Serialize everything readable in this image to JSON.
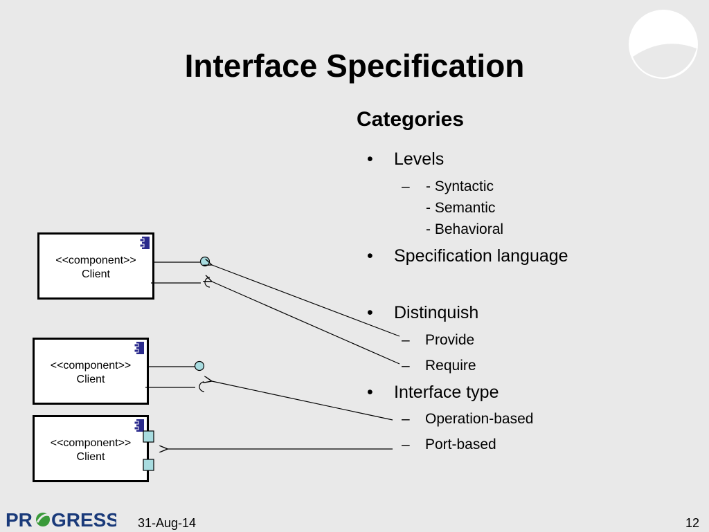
{
  "slide": {
    "title": "Interface Specification",
    "subtitle": "Categories",
    "date": "31-Aug-14",
    "page_number": "12",
    "brand": "PROGRESS"
  },
  "bullets": [
    {
      "level": 1,
      "marker": "•",
      "text": "Levels"
    },
    {
      "level": 2,
      "marker": "–",
      "text": "- Syntactic"
    },
    {
      "level": 2,
      "marker": "",
      "text": "- Semantic"
    },
    {
      "level": 2,
      "marker": "",
      "text": "- Behavioral"
    },
    {
      "level": 1,
      "marker": "•",
      "text": "Specification language"
    },
    {
      "level": 1,
      "marker": "•",
      "text": "Distinquish"
    },
    {
      "level": 2,
      "marker": "–",
      "text": "Provide"
    },
    {
      "level": 2,
      "marker": "–",
      "text": "Require"
    },
    {
      "level": 1,
      "marker": "•",
      "text": "Interface type"
    },
    {
      "level": 2,
      "marker": "–",
      "text": "Operation-based"
    },
    {
      "level": 2,
      "marker": "–",
      "text": "Port-based"
    }
  ],
  "components": [
    {
      "stereotype": "<<component>>",
      "name": "Client"
    },
    {
      "stereotype": "<<component>>",
      "name": "Client"
    },
    {
      "stereotype": "<<component>>",
      "name": "Client"
    }
  ],
  "colors": {
    "background": "#e9e9e9",
    "interface_fill": "#a8dce0",
    "port_fill": "#a8dce0",
    "component_icon": "#2a2a8c",
    "brand_green": "#3a9a3a",
    "brand_text": "#1a3a7a"
  },
  "icons": {
    "component": "component-icon",
    "provided_interface": "lollipop-icon",
    "required_interface": "socket-icon",
    "port": "port-icon"
  }
}
